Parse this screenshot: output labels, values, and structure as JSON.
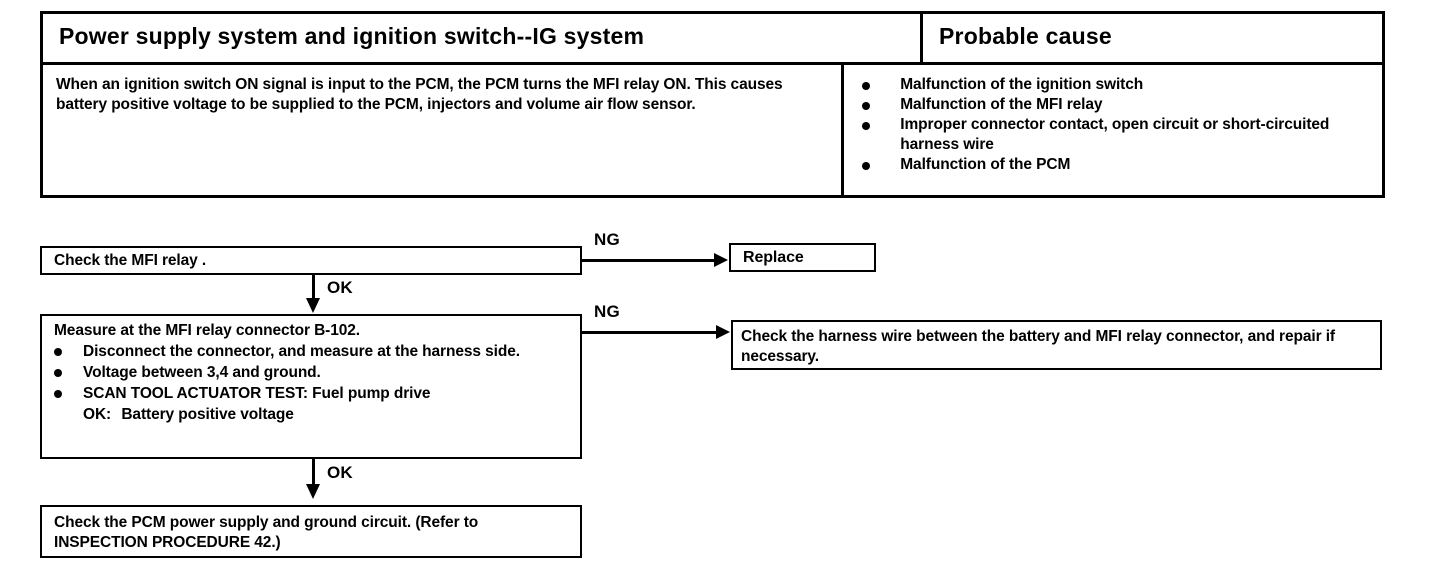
{
  "table": {
    "headers": {
      "left": "Power supply system and ignition switch--IG system",
      "right": "Probable cause"
    },
    "description": "When an ignition switch ON signal is input to the PCM, the PCM turns the MFI relay ON. This causes battery positive voltage to be supplied to the PCM, injectors and volume air flow sensor.",
    "causes": [
      "Malfunction of the ignition switch",
      "Malfunction of the MFI relay",
      "Improper connector contact, open circuit or short-circuited harness wire",
      "Malfunction of the PCM"
    ]
  },
  "flow": {
    "check_relay": "Check the MFI relay .",
    "replace": "Replace",
    "measure": {
      "title": "Measure at the MFI relay connector B-102.",
      "items": [
        "Disconnect the connector, and measure at the harness side.",
        "Voltage between 3,4 and ground.",
        "SCAN TOOL ACTUATOR TEST:",
        "Fuel pump drive",
        "OK:",
        "Battery positive voltage"
      ]
    },
    "harness": "Check the harness wire between the battery and MFI relay connector, and repair if necessary.",
    "pcm": "Check the PCM power supply and ground circuit. (Refer to INSPECTION PROCEDURE 42.)",
    "labels": {
      "ng1": "NG",
      "ng2": "NG",
      "ok1": "OK",
      "ok2": "OK"
    }
  },
  "colors": {
    "ink": "#000000",
    "paper": "#ffffff"
  }
}
